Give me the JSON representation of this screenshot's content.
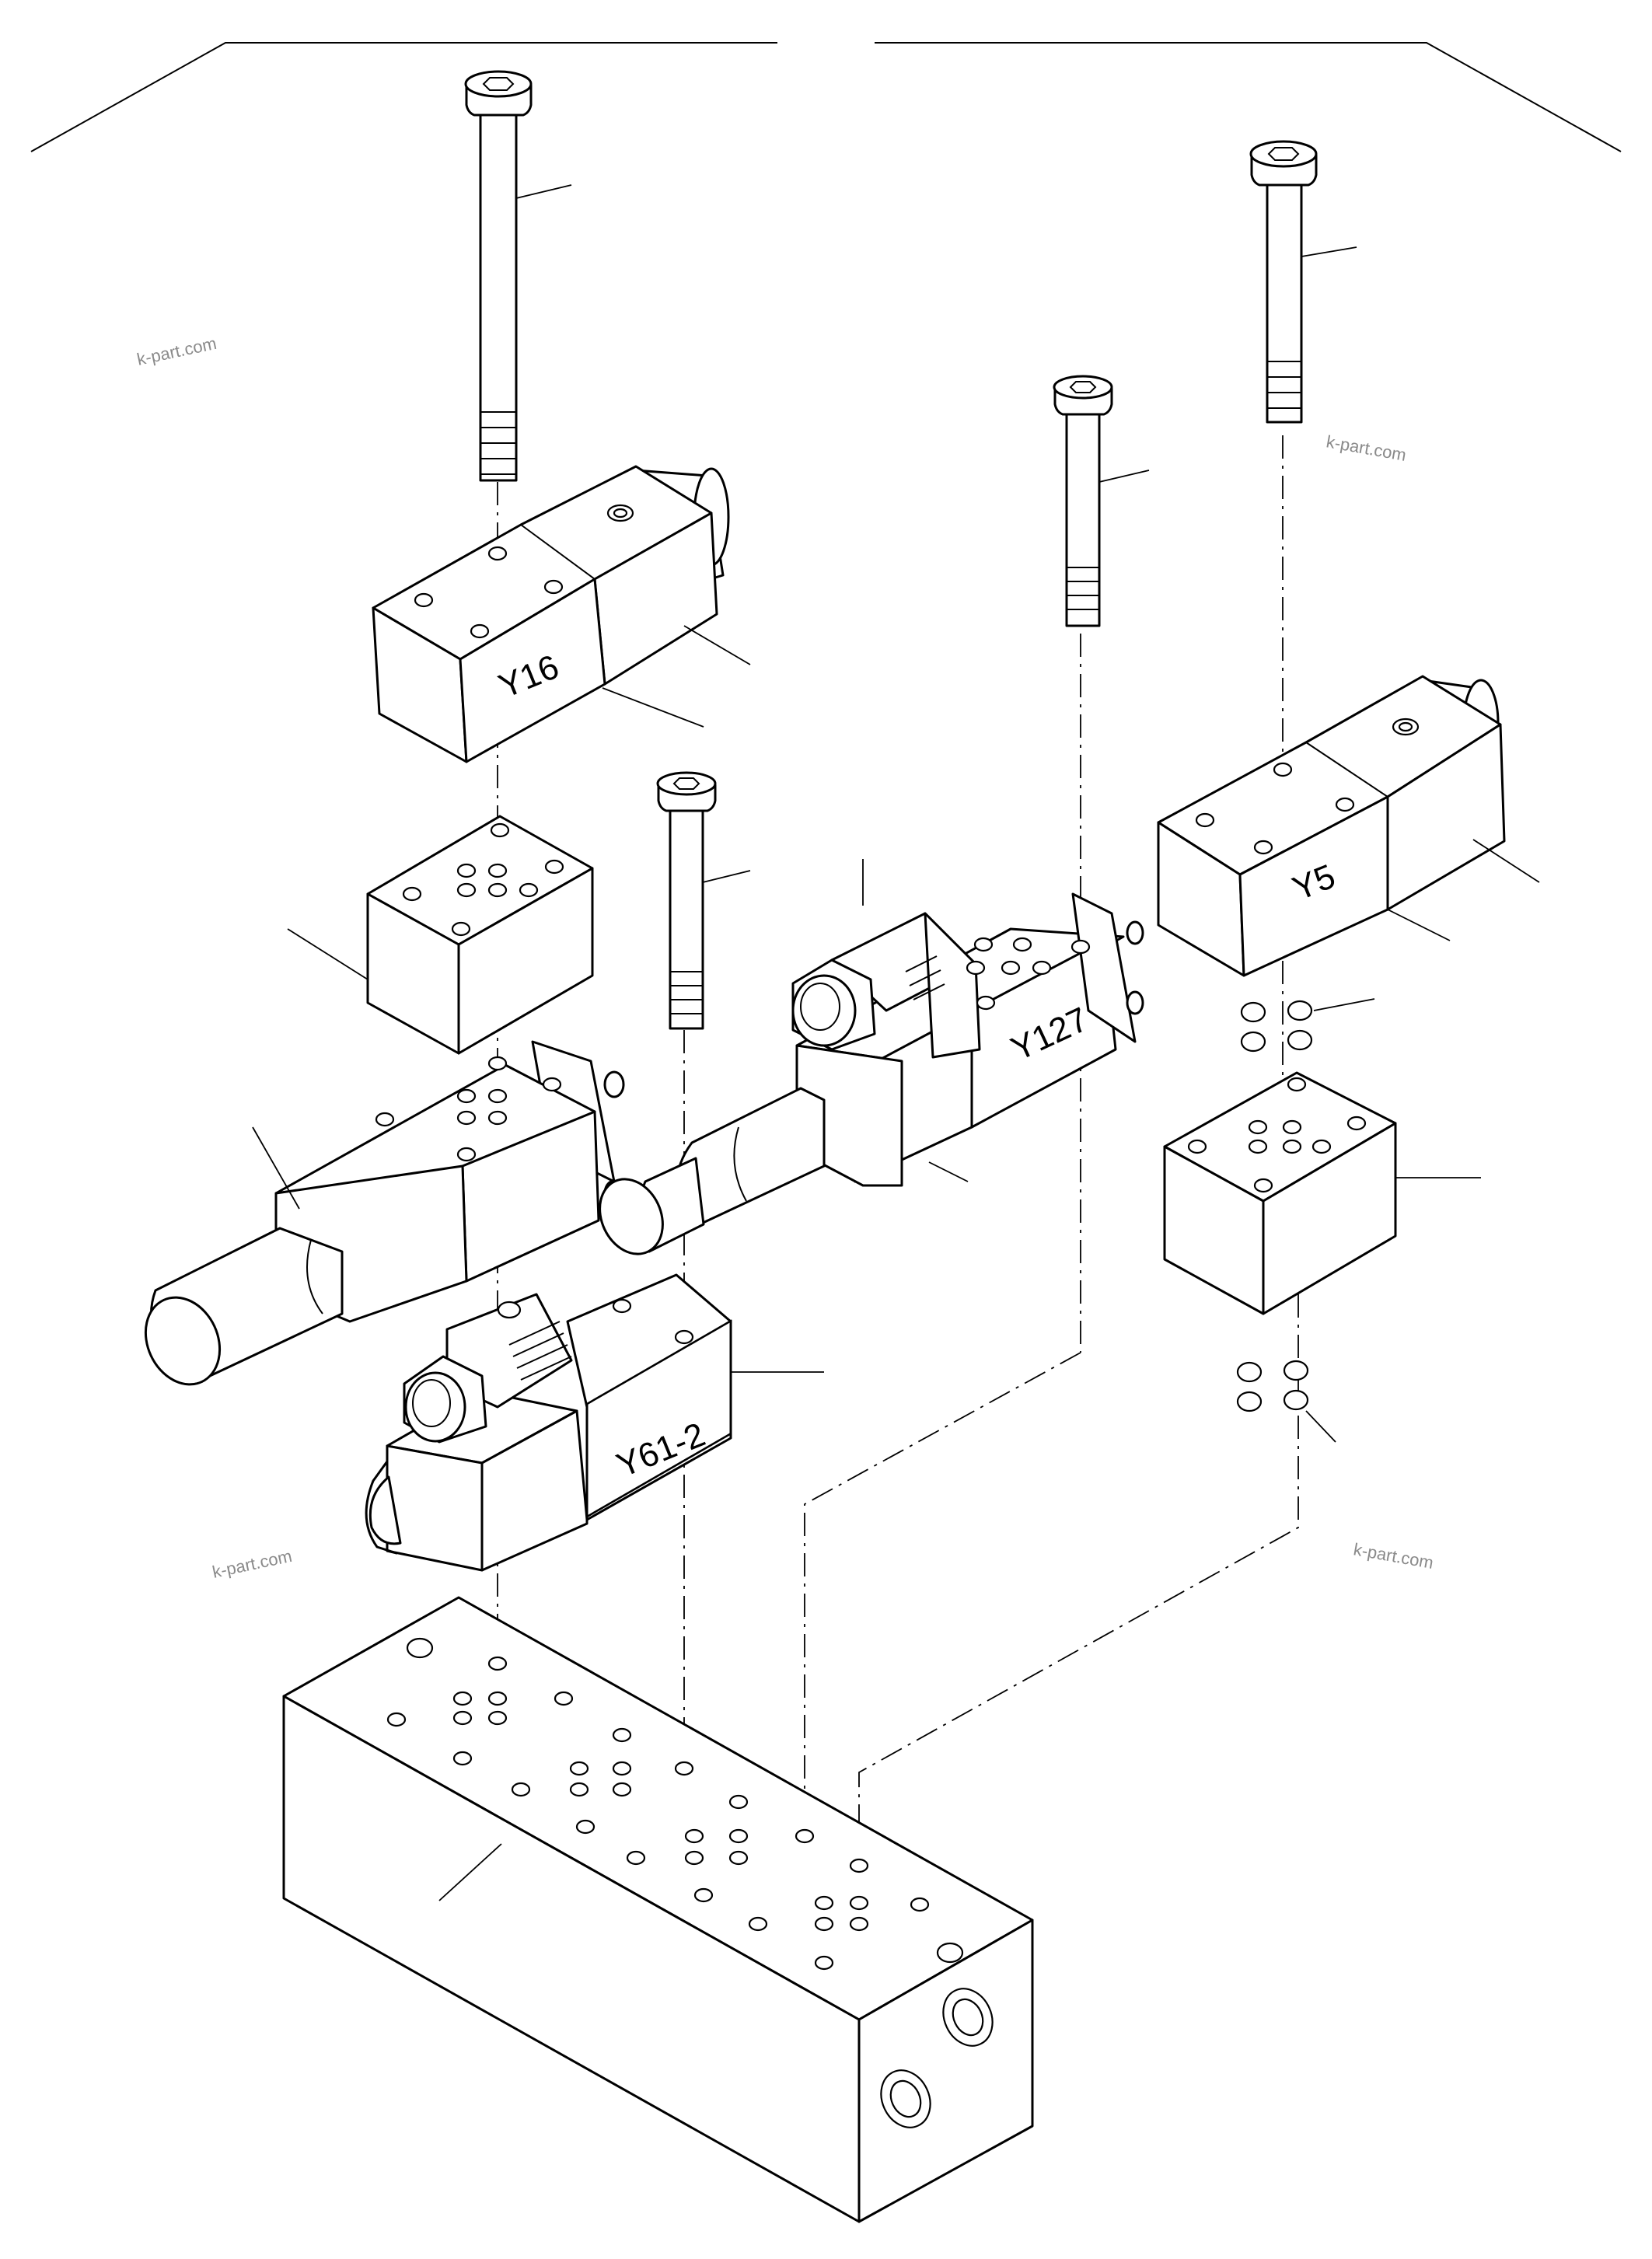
{
  "labels": {
    "y16": "Y16",
    "y5": "Y5",
    "y127": "Y127",
    "y61_2": "Y61-2"
  },
  "watermark": "k-part.com",
  "colors": {
    "line": "#000000",
    "background": "#ffffff",
    "watermark": "#8a8a8a"
  }
}
